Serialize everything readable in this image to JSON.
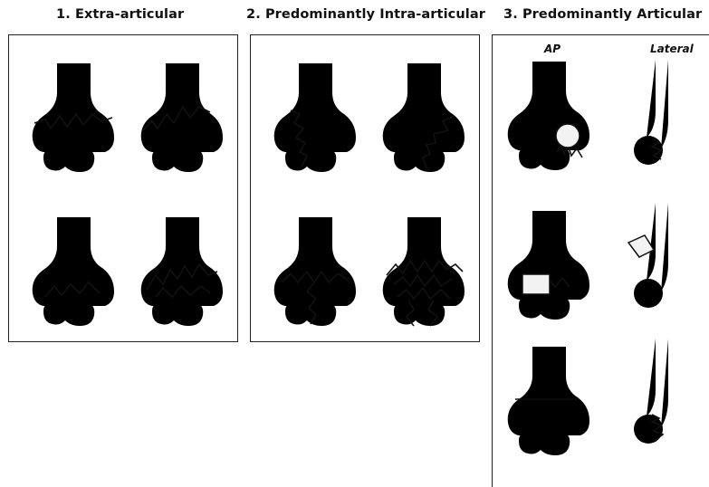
{
  "groups": [
    {
      "title": "1. Extra-articular"
    },
    {
      "title": "2. Predominantly Intra-articular"
    },
    {
      "title": "3. Predominantly Articular",
      "view_labels": [
        "AP",
        "Lateral"
      ]
    }
  ],
  "figures": {
    "extra_articular": [
      "transverse-supracondylar",
      "oblique-supracondylar",
      "low-transverse",
      "comminuted-supracondylar"
    ],
    "intra_articular": [
      "medial-column-split",
      "lateral-column-split",
      "T-shaped",
      "comminuted-intercondylar"
    ],
    "articular": [
      "capitellum-ap",
      "capitellum-lateral",
      "capitellum-trochlea-ap",
      "capitellum-trochlea-lateral",
      "trochlea-ap",
      "trochlea-lateral"
    ]
  }
}
